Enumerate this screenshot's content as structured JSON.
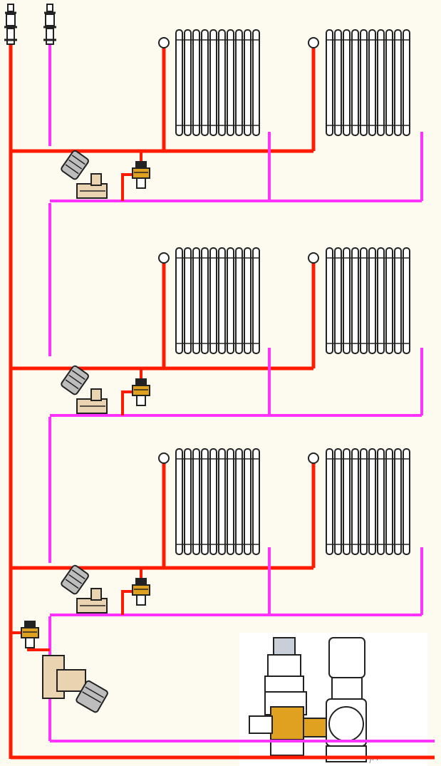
{
  "colors": {
    "background": "#fdfaef",
    "supply_pipe": "#ff1a00",
    "return_pipe": "#ff33ff",
    "brass": "#e0a020",
    "outline": "#222222",
    "valve_grey": "#bdbdbd"
  },
  "diagram": {
    "type": "heating-riser-schematic",
    "floors": 3,
    "radiators_per_floor": 2,
    "components": [
      "air-vent-icon",
      "radiator-icon",
      "balancing-valve-icon",
      "shutoff-valve-icon",
      "mixing-valve-icon"
    ],
    "corner_label": "· /· ·"
  }
}
